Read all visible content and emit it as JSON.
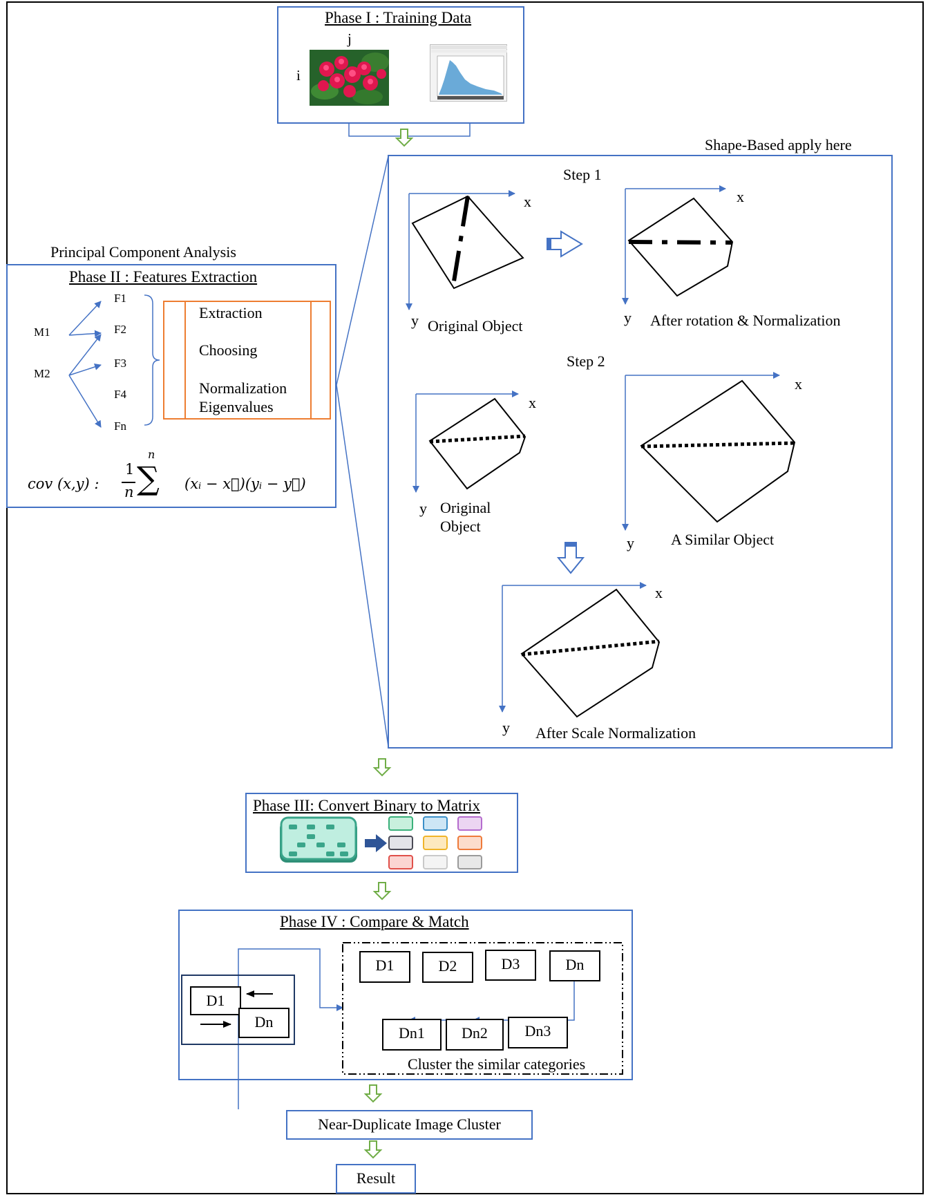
{
  "phase1": {
    "title": "Phase I : Training Data",
    "i_label": "i",
    "j_label": "j"
  },
  "shape_based": {
    "heading": "Shape-Based apply here",
    "step1": "Step 1",
    "step2": "Step 2",
    "axis_x": "x",
    "axis_y": "y",
    "original_object": "Original Object",
    "after_rotation": "After rotation & Normalization",
    "original_object_line1": "Original",
    "original_object_line2": "Object",
    "similar_object": "A Similar Object",
    "after_scale": "After Scale Normalization"
  },
  "pca": {
    "heading": "Principal Component Analysis",
    "title": "Phase II : Features Extraction",
    "inputs": [
      "M1",
      "M2"
    ],
    "features": [
      "F1",
      "F2",
      "F3",
      "F4",
      "Fn"
    ],
    "steps": [
      "Extraction",
      "Choosing",
      "Normalization",
      "Eigenvalues"
    ],
    "formula_lhs": "cov (x,y) :",
    "formula_frac_num": "1",
    "formula_frac_den": "n",
    "formula_sum_top": "n",
    "formula_sum": "∑",
    "formula_rhs": "(xᵢ − x⃗)(yᵢ − y⃗)"
  },
  "phase3": {
    "title": "Phase III: Convert Binary to Matrix"
  },
  "phase4": {
    "title": "Phase IV : Compare & Match",
    "left_boxes": [
      "D1",
      "Dn"
    ],
    "top_boxes": [
      "D1",
      "D2",
      "D3",
      "Dn"
    ],
    "bottom_boxes": [
      "Dn1",
      "Dn2",
      "Dn3"
    ],
    "cluster_caption": "Cluster the similar categories"
  },
  "near_duplicate": "Near-Duplicate Image Cluster",
  "result": "Result",
  "colors": {
    "blue": "#4472c4",
    "orange": "#ed7d31",
    "green": "#70ad47",
    "teal": "#3aa58a"
  }
}
